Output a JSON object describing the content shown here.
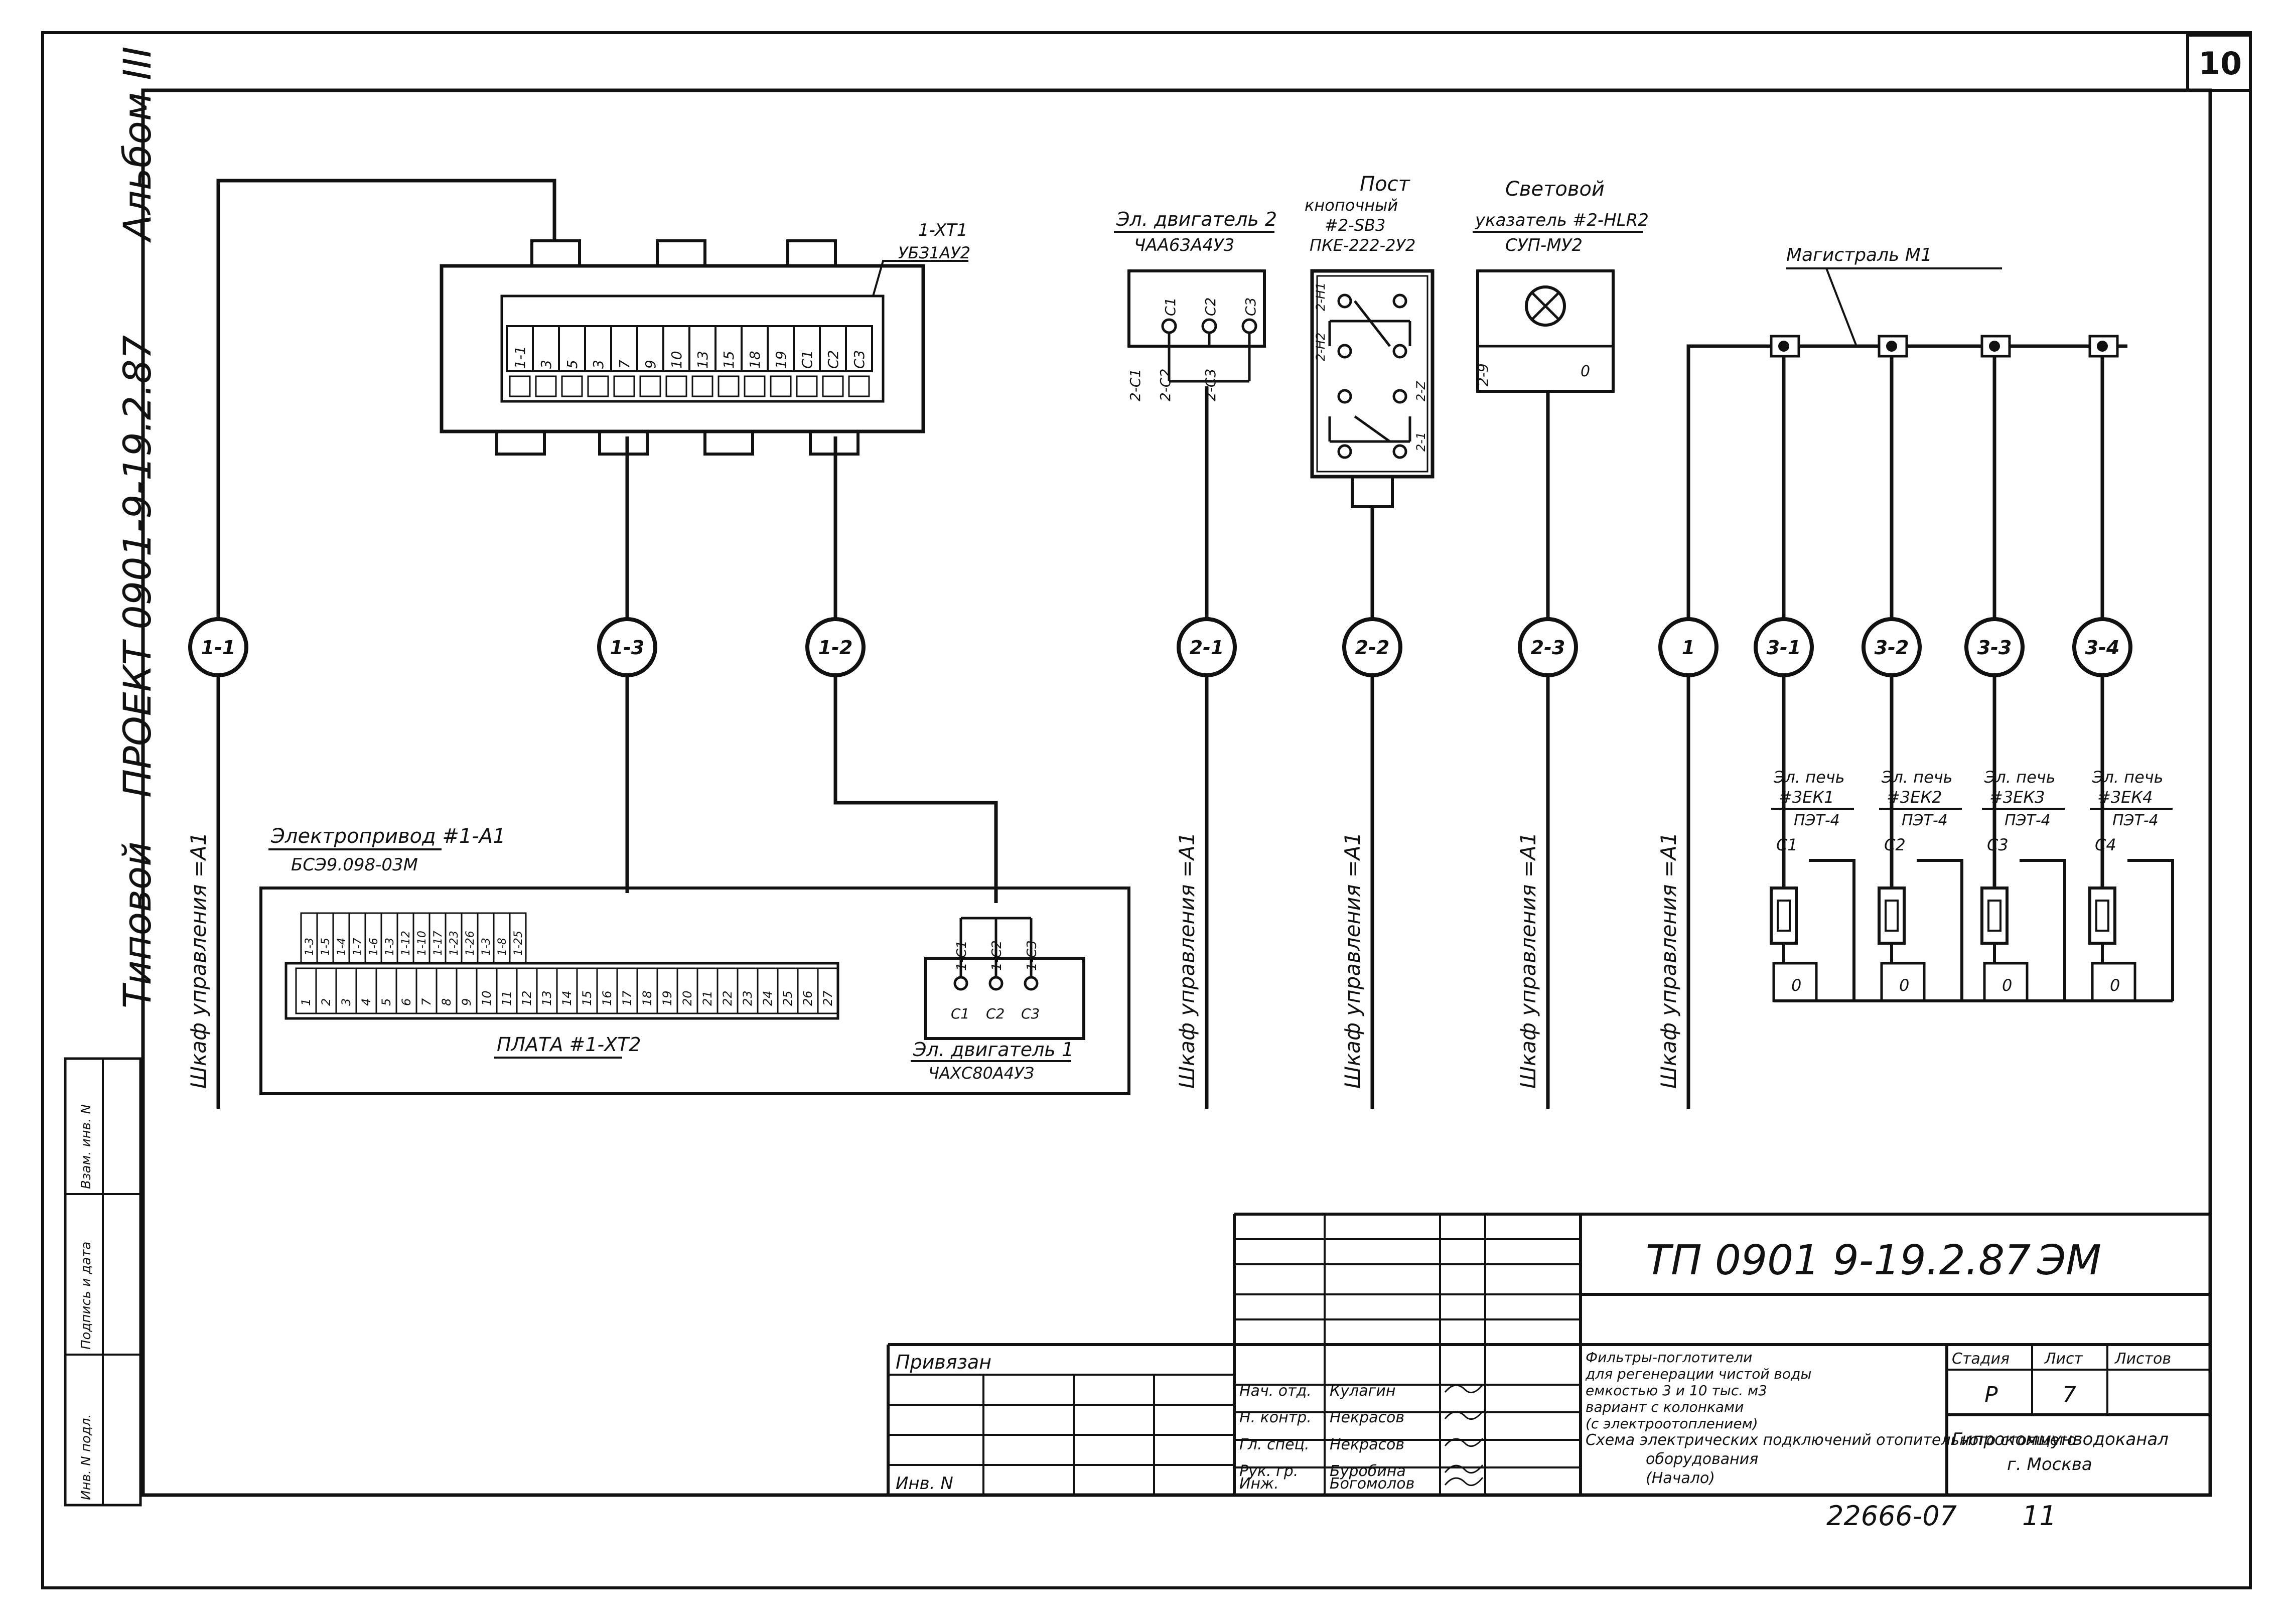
{
  "sheet_number": "10",
  "left_margin": {
    "album": "Альбом III",
    "project": "ПРОЕКТ 0901-9-19.2.87",
    "type": "Типовой"
  },
  "left_stamp": {
    "col1": "Инв. N подл.",
    "col2": "Подпись и дата",
    "col3": "Взам. инв. N"
  },
  "components": {
    "terminal_block": {
      "label": "1-XT1",
      "model": "УБЗ1АУ2"
    },
    "motor2": {
      "title": "Эл. двигатель 2",
      "model": "ЧАА63А4У3"
    },
    "button_post": {
      "title1": "Пост",
      "title2": "кнопочный",
      "ref": "#2-SB3",
      "model": "ПКЕ-222-2У2"
    },
    "light": {
      "title": "Световой",
      "ref": "указатель #2-HLR2",
      "model": "СУП-МУ2"
    },
    "trunk": {
      "label": "Магистраль М1"
    },
    "actuator": {
      "title": "Электропривод #1-А1",
      "model": "БСЭ9.098-03М"
    },
    "plate": {
      "label": "ПЛАТА #1-XT2"
    },
    "motor1": {
      "title": "Эл. двигатель 1",
      "model": "ЧАХС80А4УЗ"
    }
  },
  "terminals_top": [
    "1-1",
    "3",
    "5",
    "3",
    "7",
    "9",
    "10",
    "13",
    "15",
    "18",
    "19",
    "С1",
    "С2",
    "С3"
  ],
  "plate_top": [
    "1-3",
    "1-5",
    "1-4",
    "1-7",
    "1-6",
    "1-3",
    "1-12",
    "1-10",
    "1-17",
    "1-23",
    "1-26",
    "1-3",
    "1-8",
    "1-25"
  ],
  "plate_bottom": [
    "1",
    "2",
    "3",
    "4",
    "5",
    "6",
    "7",
    "8",
    "9",
    "10",
    "11",
    "12",
    "13",
    "14",
    "15",
    "16",
    "17",
    "18",
    "19",
    "20",
    "21",
    "22",
    "23",
    "24",
    "25",
    "26",
    "27"
  ],
  "motor_terms": [
    "С1",
    "С2",
    "С3"
  ],
  "motor_wires": [
    "2-С1",
    "2-С2",
    "2-С3"
  ],
  "motor1_wires": [
    "1-С1",
    "1-С2",
    "1-С3"
  ],
  "button_wires": [
    "2-H1",
    "2-H2",
    "2-Z",
    "2-1"
  ],
  "light_wire": "2-9",
  "light_zero": "0",
  "circles": [
    "1-1",
    "1-3",
    "1-2",
    "2-1",
    "2-2",
    "2-3",
    "1",
    "3-1",
    "3-2",
    "3-3",
    "3-4"
  ],
  "cabinet_label": "Шкаф управления =А1",
  "heaters": [
    {
      "title": "Эл. печь",
      "ref": "#3ЕК1",
      "model": "ПЭТ-4",
      "term": "С1",
      "zero": "0"
    },
    {
      "title": "Эл. печь",
      "ref": "#3ЕК2",
      "model": "ПЭТ-4",
      "term": "С2",
      "zero": "0"
    },
    {
      "title": "Эл. печь",
      "ref": "#3ЕК3",
      "model": "ПЭТ-4",
      "term": "С3",
      "zero": "0"
    },
    {
      "title": "Эл. печь",
      "ref": "#3ЕК4",
      "model": "ПЭТ-4",
      "term": "С4",
      "zero": "0"
    }
  ],
  "title_block": {
    "code": "ТП 0901 9-19.2.87",
    "mark": "ЭМ",
    "bound": "Привязан",
    "inv": "Инв. N",
    "roles": [
      "Нач. отд.",
      "Н. контр.",
      "Гл. спец.",
      "Рук. гр.",
      "Инж."
    ],
    "names": [
      "Кулагин",
      "Некрасов",
      "Некрасов",
      "Буробина",
      "Богомолов"
    ],
    "desc_lines": [
      "Фильтры-поглотители",
      "для регенерации чистой воды",
      "емкостью 3 и 10 тыс. м3",
      "вариант с колонками",
      "(с электроотоплением)"
    ],
    "sheet_desc": [
      "Схема электрических подключений отопительного стоящего",
      "оборудования",
      "(Начало)"
    ],
    "stage_h": "Стадия",
    "sheet_h": "Лист",
    "sheets_h": "Листов",
    "stage": "Р",
    "sheet": "7",
    "org1": "Гипрокоммунводоканал",
    "org2": "г. Москва",
    "drawing_no": "22666-07",
    "page": "11"
  }
}
